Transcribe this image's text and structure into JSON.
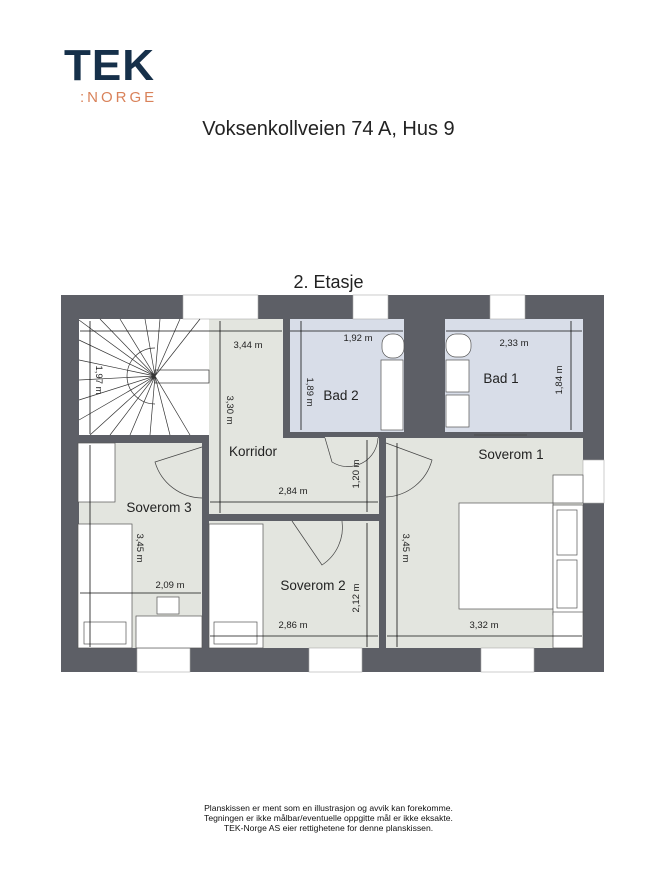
{
  "logo": {
    "brand": "TEK",
    "sub": ":NORGE"
  },
  "header": {
    "title": "Voksenkollveien 74 A, Hus 9",
    "floor": "2. Etasje"
  },
  "colors": {
    "wall": "#5d5f66",
    "floor": "#e3e5df",
    "bathroom": "#d8dde8",
    "logo_dark": "#16304a",
    "logo_accent": "#d9825a"
  },
  "rooms": {
    "korridor": "Korridor",
    "soverom1": "Soverom 1",
    "soverom2": "Soverom 2",
    "soverom3": "Soverom 3",
    "bad1": "Bad 1",
    "bad2": "Bad 2"
  },
  "dimensions": {
    "d344": "3,44 m",
    "d192": "1,92 m",
    "d233": "2,33 m",
    "d197": "1,97 m",
    "d330": "3,30 m",
    "d189": "1,89 m",
    "d184": "1,84 m",
    "d120": "1,20 m",
    "d284": "2,84 m",
    "d345a": "3,45 m",
    "d209": "2,09 m",
    "d212": "2,12 m",
    "d286": "2,86 m",
    "d345b": "3,45 m",
    "d332": "3,32 m"
  },
  "footer": {
    "line1": "Planskissen er ment som en illustrasjon og avvik kan forekomme.",
    "line2": "Tegningen er ikke målbar/eventuelle oppgitte mål er ikke eksakte.",
    "line3": "TEK-Norge AS eier rettighetene for denne planskissen."
  }
}
